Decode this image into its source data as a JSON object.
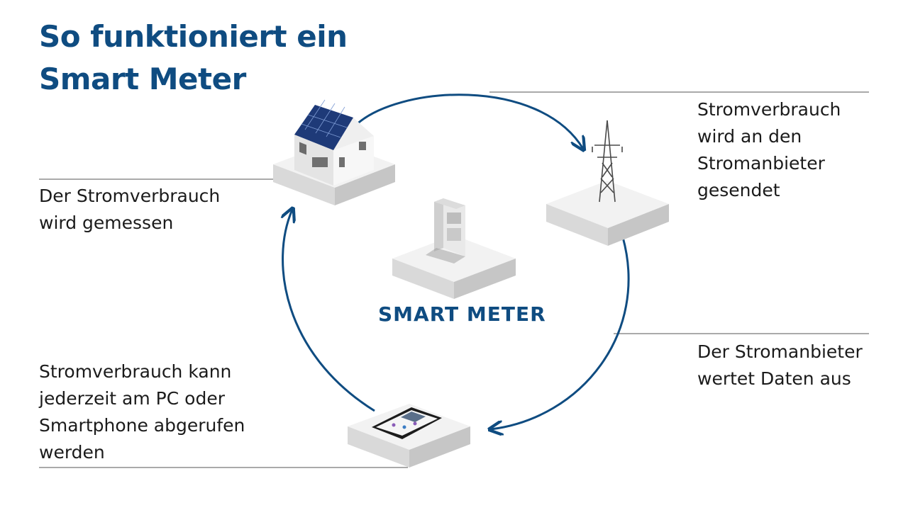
{
  "title": {
    "line1": "So funktioniert ein",
    "line2": "Smart Meter"
  },
  "center_label": "SMART METER",
  "steps": [
    {
      "id": "measure",
      "lines": [
        "Der Stromverbrauch",
        "wird gemessen"
      ],
      "icon": "house-with-solar-panels-icon"
    },
    {
      "id": "send",
      "lines": [
        "Stromverbrauch",
        "wird an den",
        "Stromanbieter",
        "gesendet"
      ],
      "icon": "power-pylon-icon"
    },
    {
      "id": "evaluate",
      "lines": [
        "Der Stromanbieter",
        "wertet Daten aus"
      ],
      "icon": "none"
    },
    {
      "id": "view",
      "lines": [
        "Stromverbrauch kann",
        "jederzeit am PC oder",
        "Smartphone abgerufen",
        "werden"
      ],
      "icon": "smartphone-icon"
    }
  ],
  "center_icon": "smart-meter-cabinet-icon",
  "colors": {
    "accent": "#0f4c81",
    "text": "#1b1b1b",
    "rule": "#555555",
    "platform_top": "#f2f2f2",
    "platform_side": "#d9d9d9"
  }
}
